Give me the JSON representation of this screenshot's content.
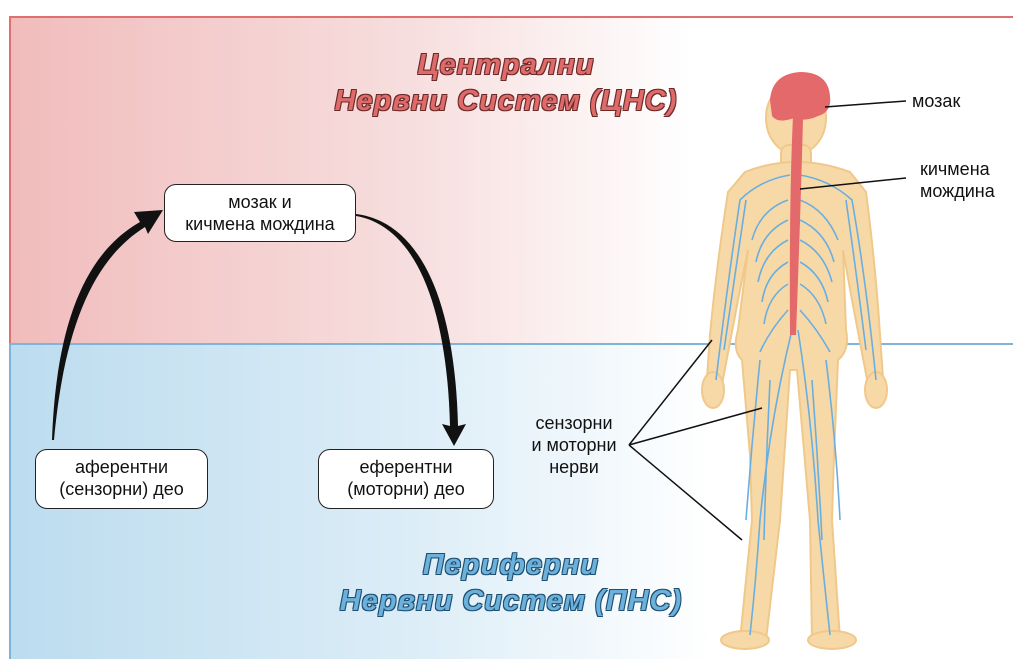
{
  "cns": {
    "title_line1": "Централни",
    "title_line2": "Нервни Систем (ЦНС)"
  },
  "pns": {
    "title_line1": "Периферни",
    "title_line2": "Нервни Систем (ПНС)"
  },
  "boxes": {
    "brain_spinal": {
      "line1": "мозак и",
      "line2": "кичмена мождина"
    },
    "afferent": {
      "line1": "аферентни",
      "line2": "(сензорни) део"
    },
    "efferent": {
      "line1": "еферентни",
      "line2": "(моторни) део"
    }
  },
  "labels": {
    "brain": "мозак",
    "spinal_line1": "кичмена",
    "spinal_line2": "мождина",
    "nerves_line1": "сензорни",
    "nerves_line2": "и моторни",
    "nerves_line3": "нерви"
  },
  "colors": {
    "cns": "#de6a6a",
    "pns": "#6cb0dc",
    "nerve": "#6aaee0",
    "skin": "#f7d9a8"
  }
}
